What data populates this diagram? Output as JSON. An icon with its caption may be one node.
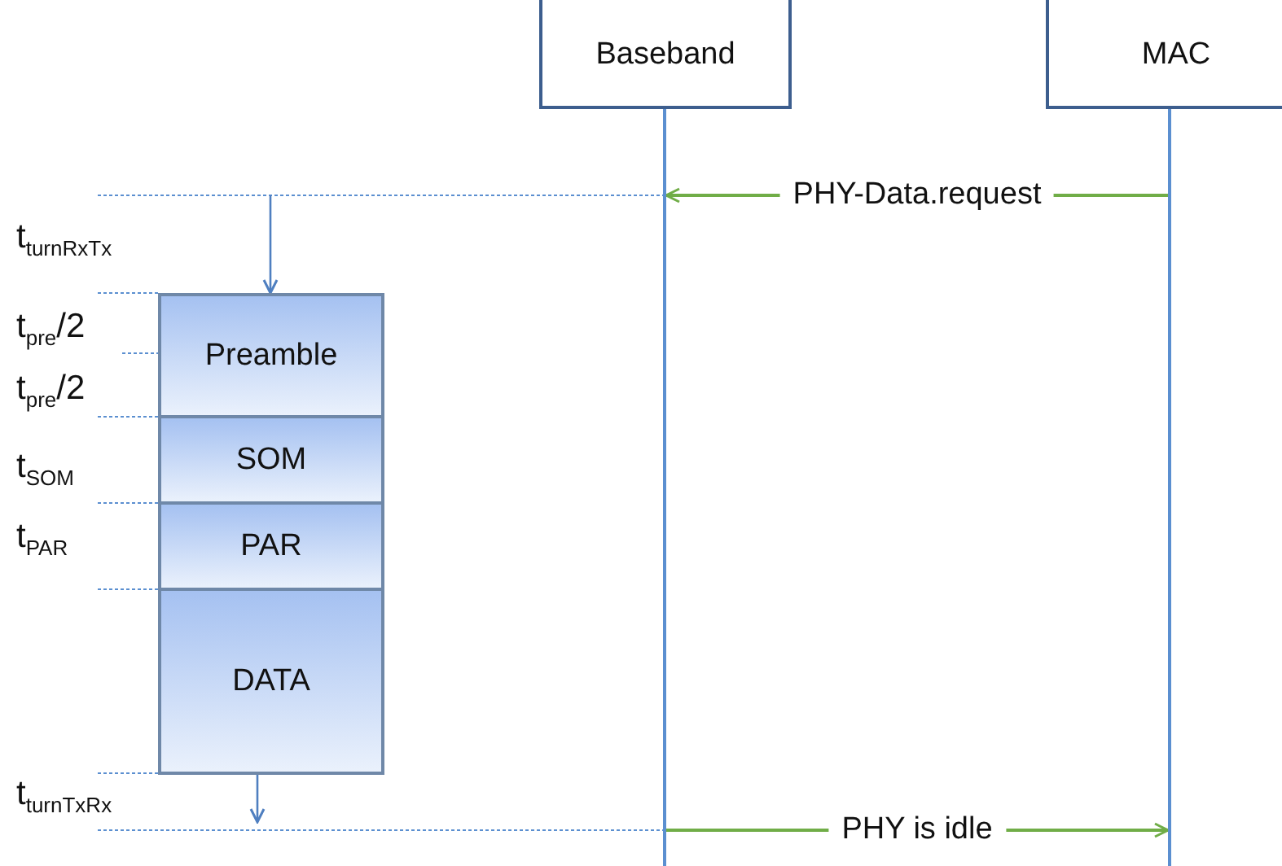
{
  "diagram": {
    "nodes": [
      {
        "text": [
          "Baseband"
        ]
      },
      {
        "text": [
          "MAC"
        ]
      },
      {
        "text": [],
        "shape": "bar"
      },
      {
        "text": [],
        "shape": "bar"
      },
      {
        "text": [
          "Preamble"
        ]
      },
      {
        "text": [
          "SOM"
        ]
      },
      {
        "text": [
          "PAR"
        ]
      },
      {
        "text": [
          "DATA"
        ]
      }
    ],
    "edges": [
      {
        "from": 3,
        "to": 2,
        "arrow": "to",
        "label": "PHY-Data.request",
        "color": "#70ad47"
      },
      {
        "from": 2,
        "to": 3,
        "arrow": "to",
        "label": "PHY is idle",
        "color": "#70ad47"
      },
      {
        "from": null,
        "to": 4,
        "arrow": "to",
        "color": "#4f7fc0"
      },
      {
        "from": 7,
        "to": null,
        "arrow": "to",
        "color": "#4f7fc0"
      }
    ],
    "labels": [
      "t$_{turnRxTx}$",
      "t$_{pre}$/2",
      "t$_{pre}$/2",
      "t$_{SOM}$",
      "t$_{PAR}$",
      "t$_{turnTxRx}$"
    ]
  }
}
